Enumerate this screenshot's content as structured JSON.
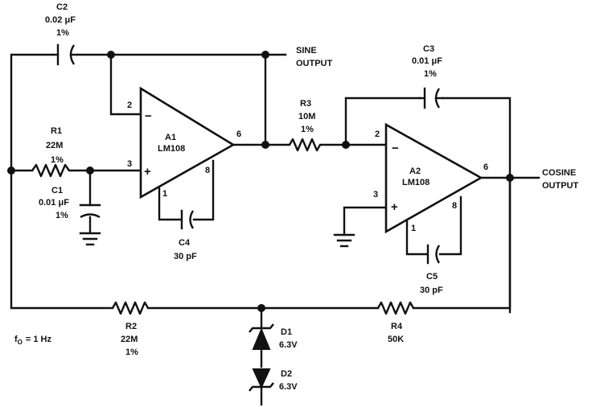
{
  "components": {
    "c2": {
      "ref": "C2",
      "value": "0.02 μF",
      "tol": "1%"
    },
    "c3": {
      "ref": "C3",
      "value": "0.01 μF",
      "tol": "1%"
    },
    "r1": {
      "ref": "R1",
      "value": "22M",
      "tol": "1%"
    },
    "c1": {
      "ref": "C1",
      "value": "0.01 μF",
      "tol": "1%"
    },
    "r3": {
      "ref": "R3",
      "value": "10M",
      "tol": "1%"
    },
    "c4": {
      "ref": "C4",
      "value": "30 pF"
    },
    "c5": {
      "ref": "C5",
      "value": "30 pF"
    },
    "r2": {
      "ref": "R2",
      "value": "22M",
      "tol": "1%"
    },
    "r4": {
      "ref": "R4",
      "value": "50K"
    },
    "d1": {
      "ref": "D1",
      "value": "6.3V"
    },
    "d2": {
      "ref": "D2",
      "value": "6.3V"
    }
  },
  "amps": {
    "a1": {
      "ref": "A1",
      "part": "LM108",
      "pins": {
        "inv": "2",
        "noninv": "3",
        "out": "6",
        "comp_a": "1",
        "comp_b": "8"
      },
      "signs": {
        "minus": "−",
        "plus": "+"
      }
    },
    "a2": {
      "ref": "A2",
      "part": "LM108",
      "pins": {
        "inv": "2",
        "noninv": "3",
        "out": "6",
        "comp_a": "1",
        "comp_b": "8"
      },
      "signs": {
        "minus": "−",
        "plus": "+"
      }
    }
  },
  "outputs": {
    "sine": {
      "line1": "SINE",
      "line2": "OUTPUT"
    },
    "cosine": {
      "line1": "COSINE",
      "line2": "OUTPUT"
    }
  },
  "frequency_note": {
    "symbol": "f",
    "subscript": "O",
    "value": "= 1 Hz"
  }
}
